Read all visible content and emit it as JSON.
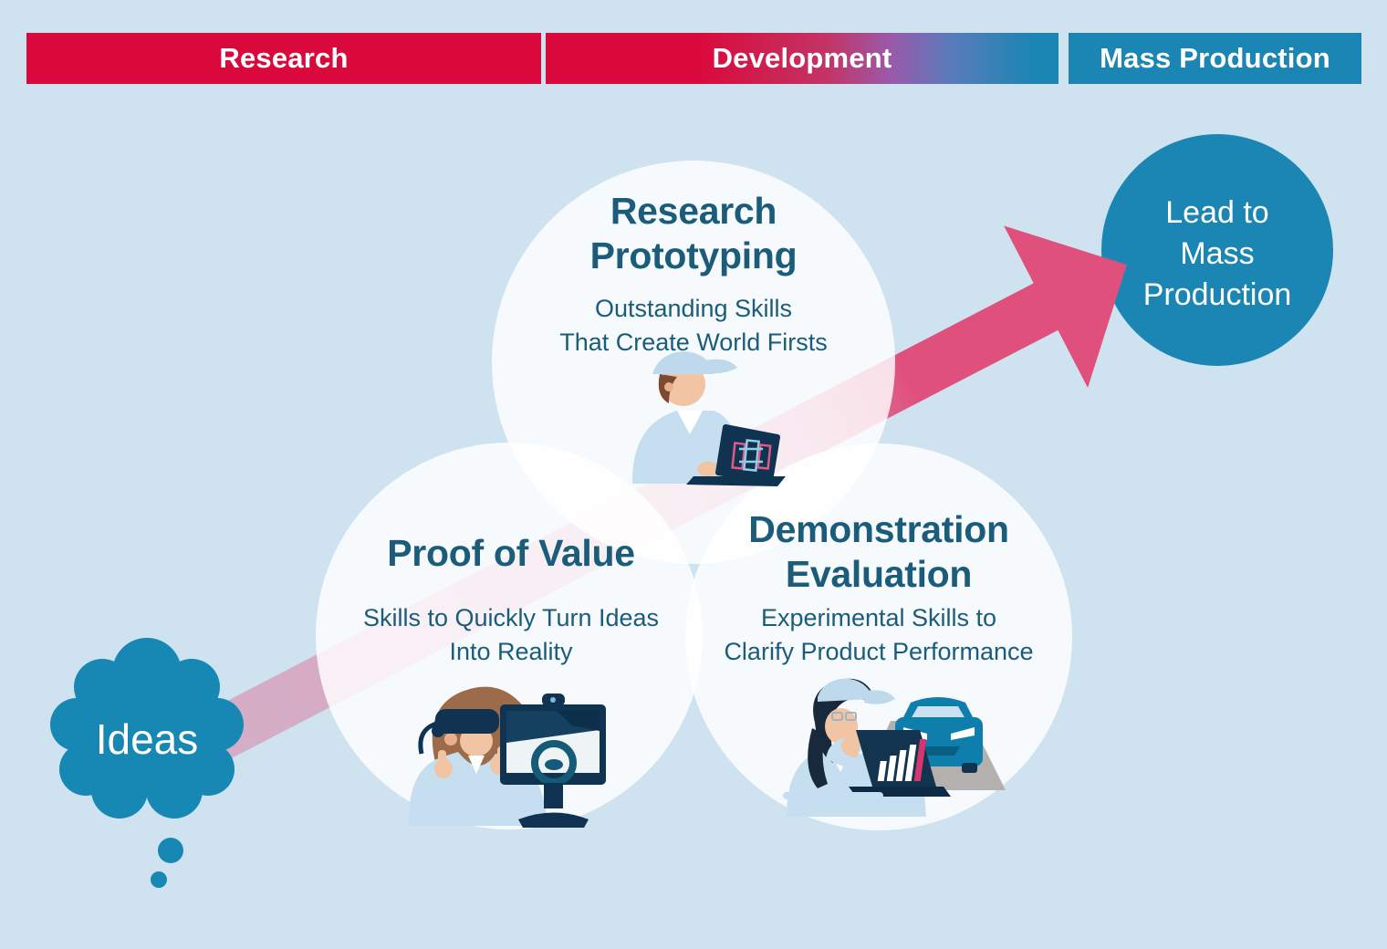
{
  "header": {
    "phases": [
      {
        "label": "Research",
        "color": "#DA093C"
      },
      {
        "label": "Development",
        "gradient": [
          "#DA093C",
          "#9B59A8",
          "#1B86B3"
        ]
      },
      {
        "label": "Mass Production",
        "color": "#1B86B3"
      }
    ]
  },
  "stages": [
    {
      "title": "Research\nPrototyping",
      "subtitle": "Outstanding Skills\nThat Create World Firsts",
      "illustration": "engineer-with-laptop"
    },
    {
      "title": "Proof of Value",
      "subtitle": "Skills to Quickly Turn Ideas\nInto Reality",
      "illustration": "vr-headset-driving-simulator"
    },
    {
      "title": "Demonstration\nEvaluation",
      "subtitle": "Experimental Skills to\nClarify Product Performance",
      "illustration": "vehicle-test-with-laptop-chart"
    }
  ],
  "flow": {
    "start_label": "Ideas",
    "end_label": "Lead to\nMass\nProduction"
  },
  "colors": {
    "background": "#CEE3EF",
    "research_red": "#DA093C",
    "production_blue": "#1B86B3",
    "arrow_pink": "#E0507D",
    "stage_text": "#1A5C7A",
    "stage_circle": "rgba(255,255,255,0.82)",
    "device_navy": "#0F3350",
    "clothing_blue": "#C5DEF0",
    "skin": "#F1C4A3"
  }
}
